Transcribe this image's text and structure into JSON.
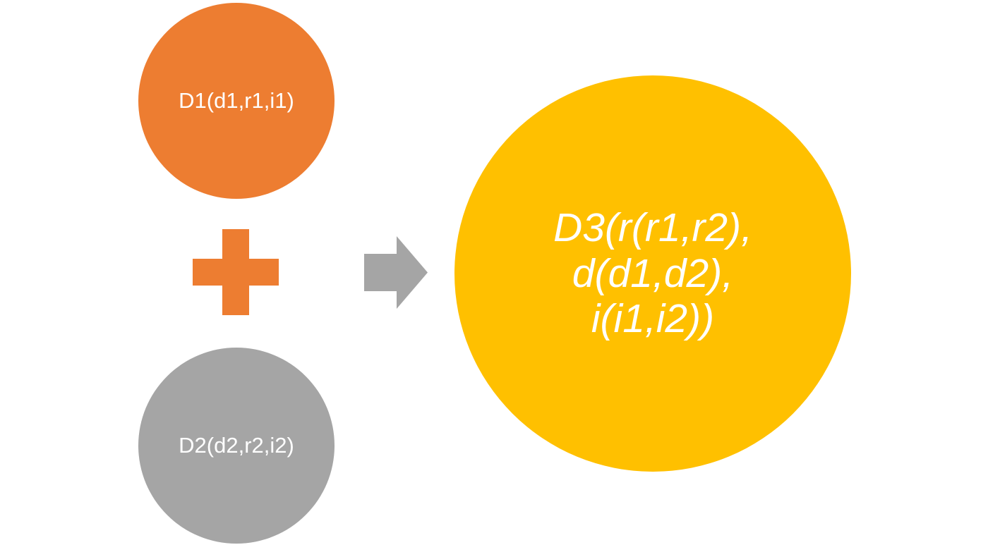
{
  "diagram": {
    "input_1": {
      "label": "D1(d1,r1,i1)",
      "color": "#ED7D31"
    },
    "input_2": {
      "label": "D2(d2,r2,i2)",
      "color": "#A5A5A5"
    },
    "operator_icon": "plus-icon",
    "flow_icon": "right-arrow-icon",
    "result": {
      "lines": [
        "D3(r(r1,r2),",
        "d(d1,d2),",
        "i(i1,i2))"
      ],
      "color": "#FFC000"
    }
  }
}
